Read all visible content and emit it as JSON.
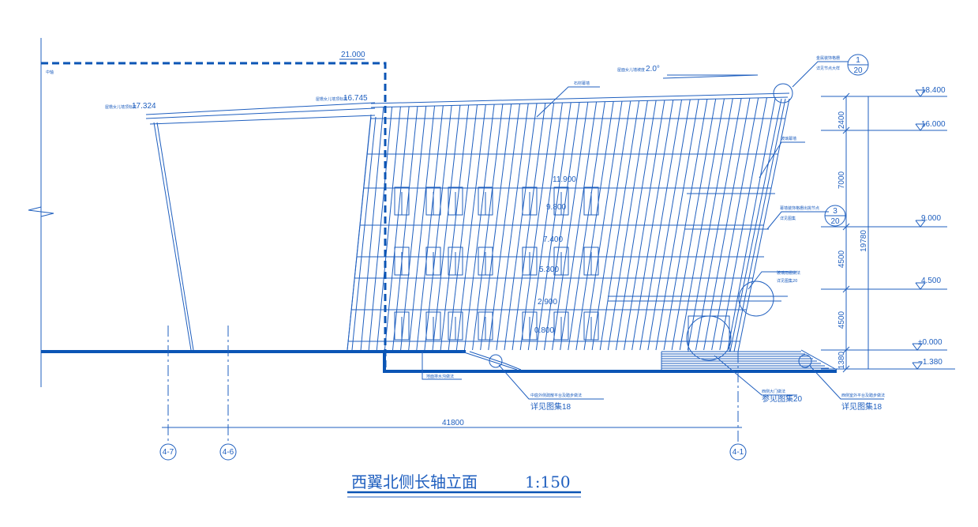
{
  "title": {
    "name": "西翼北侧长轴立面",
    "scale": "1:150"
  },
  "colors": {
    "line": "#1f5fbf",
    "heavy": "#0b55b5"
  },
  "left_labels": {
    "mid": "中轴",
    "elev_21": "21.000",
    "roof_left_note": "屋檐女儿墙顶标高",
    "roof_left": "17.324",
    "roof_right_note": "屋檐女儿墙顶标高",
    "roof_right": "16.745"
  },
  "top_notes": {
    "slope_note": "屋面女儿墙坡度",
    "slope": "2.0°",
    "glass_note": "石材幕墙",
    "metal_note_1": "金属装饰格栅",
    "metal_note_2": "详见节点大样",
    "side_note": "玻璃幕墙"
  },
  "callouts": [
    {
      "num": "1",
      "sheet": "20"
    },
    {
      "num": "3",
      "sheet": "20"
    }
  ],
  "callout_notes": {
    "c3_line1": "幕墙装饰格栅出挑节点",
    "c3_line2": "详见图集",
    "canopy_line1": "玻璃雨棚做法",
    "canopy_line2": "详见图集20"
  },
  "inner_elevations": [
    "11.900",
    "9.800",
    "7.400",
    "5.300",
    "2.900",
    "0.800"
  ],
  "levels": [
    "18.400",
    "16.000",
    "9.000",
    "4.500",
    "±0.000",
    "−1.380"
  ],
  "dims": {
    "chain": [
      "2400",
      "7000",
      "4500",
      "4500",
      "1380"
    ],
    "total": "19780",
    "axis_span": "41800"
  },
  "bottom_notes": {
    "drain": "地面排水沟做法",
    "stair_left_1": "中庭外侧疏散平台及踏步做法",
    "stair_left_2": "详见图集18",
    "door_1": "西侧大门做法",
    "door_2": "参见图集20",
    "stair_right_1": "西侧室外平台及踏步做法",
    "stair_right_2": "详见图集18"
  },
  "axes": [
    "4-7",
    "4-6",
    "4-1"
  ]
}
